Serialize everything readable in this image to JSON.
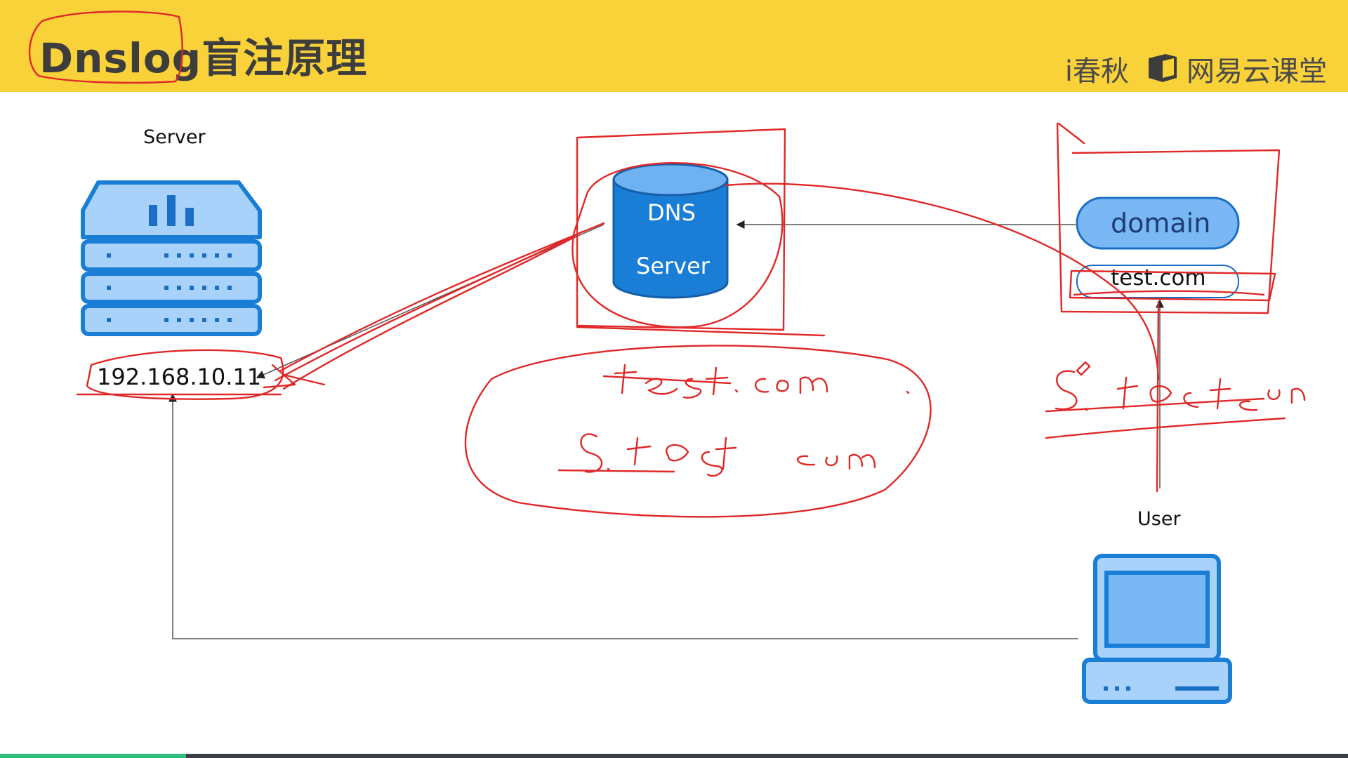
{
  "header": {
    "title": "Dnslog盲注原理",
    "brand_chunqiu": "i春秋",
    "brand_netease": "网易云课堂"
  },
  "diagram": {
    "server_label": "Server",
    "server_ip": "192.168.10.11",
    "dns_line1": "DNS",
    "dns_line2": "Server",
    "domain_label": "domain",
    "test_domain": "test.com",
    "user_label": "User"
  },
  "annotations": {
    "handwritten": [
      "test.com",
      "S.test.com",
      "S.test.com"
    ]
  },
  "colors": {
    "header_bg": "#f9d23a",
    "accent_blue": "#1a7ed6",
    "light_blue": "#7ab8f5",
    "ink_red": "#e02828"
  }
}
